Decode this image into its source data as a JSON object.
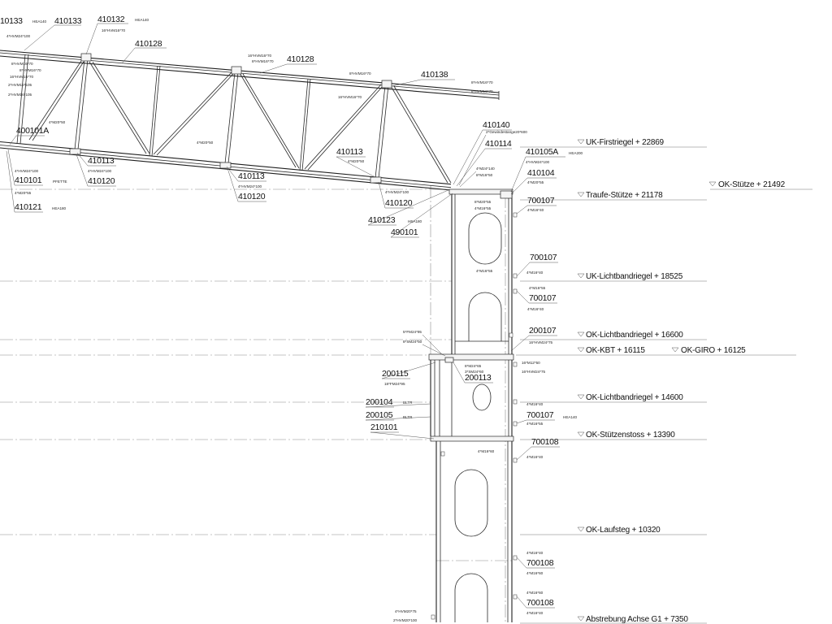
{
  "parts": [
    "10133",
    "410133",
    "410132",
    "410128",
    "410128",
    "410138",
    "400101A",
    "410140",
    "410114",
    "410105A",
    "410113",
    "410113",
    "410101",
    "410120",
    "410104",
    "410113",
    "410120",
    "410121",
    "700107",
    "410120",
    "410123",
    "490101",
    "700107",
    "700107",
    "200107",
    "200115",
    "200113",
    "200104",
    "200105",
    "700107",
    "210101",
    "700108",
    "700108",
    "700108"
  ],
  "levels": [
    "UK-Firstriegel + 22869",
    "OK-Stütze + 21492",
    "Traufe-Stütze + 21178",
    "UK-Lichtbandriegel + 18525",
    "OK-Lichtbandriegel + 16600",
    "OK-KBT + 16115",
    "OK-GIRO + 16125",
    "OK-Lichtbandriegel + 14600",
    "OK-Stützenstoss + 13390",
    "OK-Laufsteg + 10320",
    "Abstrebung Achse G1 + 7350"
  ],
  "profiles": [
    "HEA140",
    "HEA140",
    "HEA200",
    "PFETTE",
    "HEA180",
    "HEA180",
    "BLTR",
    "BLTR",
    "HEA140"
  ],
  "bolts": [
    "4*HVM24*100",
    "16*HVM16*70",
    "16*HVM16*70",
    "8*HVM16*70",
    "8*HVM16*70",
    "8*HVM16*70",
    "16*HVM16*70",
    "2*HVM16*105",
    "2*HVM16*105",
    "8*HVM16*70",
    "8*HVM16*70",
    "16*HVM16*70",
    "8*HVM16*70",
    "4*M20*50",
    "4*M20*50",
    "2*Gewindestange20*600",
    "4*M20*50",
    "4*HVM24*100",
    "4*HVM24*100",
    "4*HVM24*100",
    "4*M24*140",
    "8*M16*50",
    "4*M20*55",
    "4*HVM24*100",
    "4*M20*55",
    "4*HVM24*100",
    "8*M20*55",
    "4*M16*55",
    "4*M16*40",
    "4*M16*55",
    "4*M16*40",
    "4*M16*55",
    "4*M16*40",
    "5*FM24*95",
    "8*SM24*50",
    "16*HVM24*75",
    "16*M12*50",
    "8*M24*65",
    "3*SM24*60",
    "16*HVM24*75",
    "18*FM24*95",
    "4*M16*40",
    "4*M16*55",
    "4*M16*60",
    "4*M16*40",
    "4*M16*40",
    "4*M16*60",
    "4*M16*60",
    "4*M16*40",
    "4*HVM20*75",
    "2*HVM20*100"
  ]
}
